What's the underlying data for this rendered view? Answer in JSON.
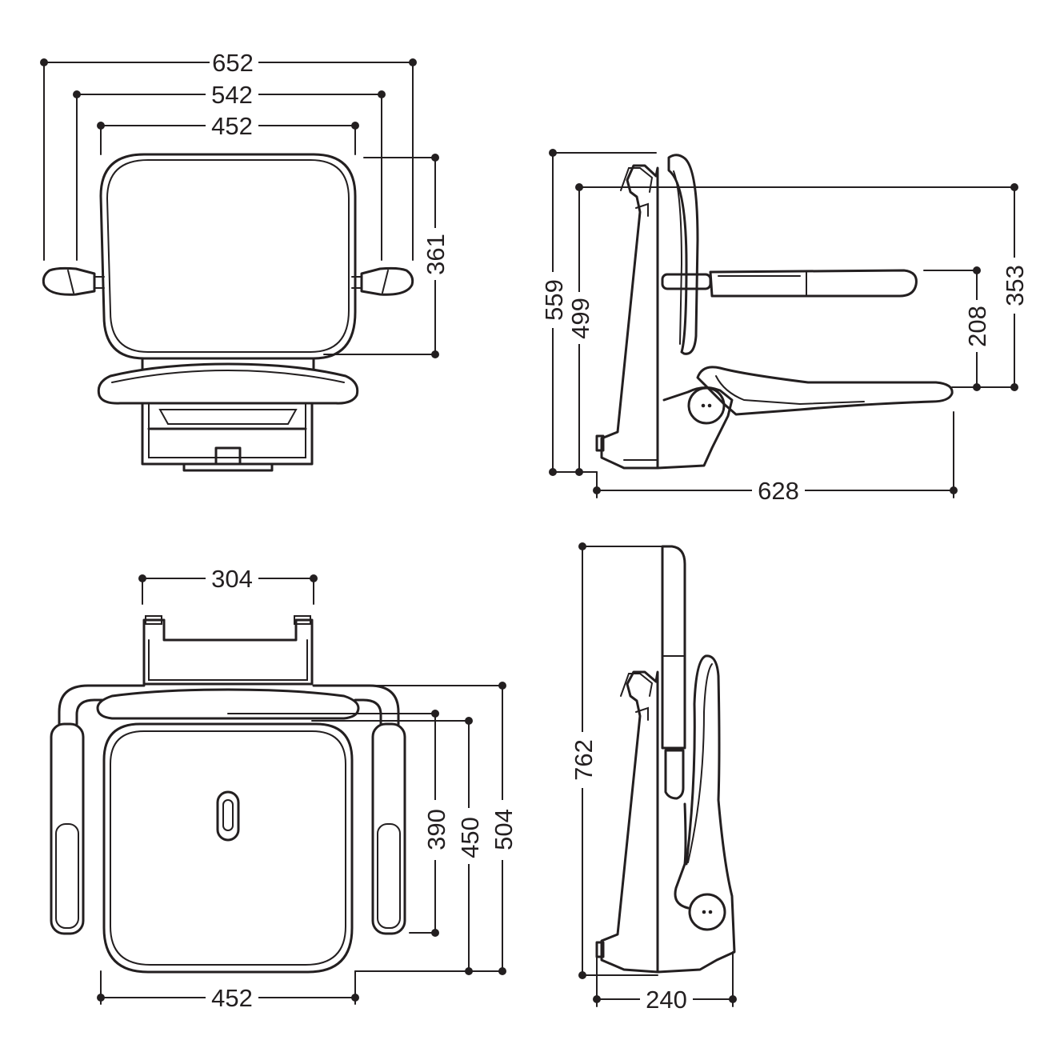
{
  "colors": {
    "line": "#231f20",
    "background": "#ffffff"
  },
  "front_view": {
    "width_overall": "652",
    "width_armrests": "542",
    "width_seat": "452",
    "height_backrest": "361"
  },
  "side_view_unfolded": {
    "height_total": "559",
    "height_backrest_top": "499",
    "height_armrest": "208",
    "height_backrest": "353",
    "depth": "628"
  },
  "top_view": {
    "width_bracket": "304",
    "width_seat": "452",
    "depth_armrest": "390",
    "depth_seat": "450",
    "depth_overall": "504"
  },
  "side_view_folded": {
    "height_folded": "762",
    "depth_folded": "240"
  }
}
